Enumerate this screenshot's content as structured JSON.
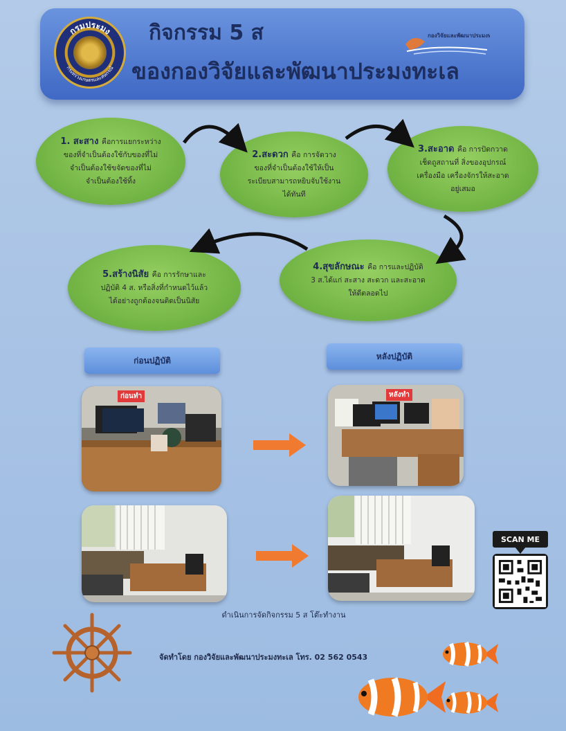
{
  "header": {
    "title_line1": "กิจกรรม 5 ส",
    "title_line2": "ของกองวิจัยและพัฒนาประมงทะเล",
    "seal_top_text": "กรมประมง",
    "seal_bottom_text": "กระทรวงเกษตรและสหกรณ์",
    "logo_text": "กองวิจัยและพัฒนาประมงทะเล"
  },
  "steps": [
    {
      "title": "1. สะสาง",
      "text_lines": [
        "คือการแยกระหว่าง",
        "ของที่จำเป็นต้องใช้กับของที่ไม่",
        "จำเป็นต้องใช้ขจัดของที่ไม่",
        "จำเป็นต้องใช้ทิ้ง"
      ]
    },
    {
      "title": "2.สะดวก",
      "text_lines": [
        "คือ การจัดวาง",
        "ของที่จำเป็นต้องใช้ให้เป็น",
        "ระเบียบสามารถหยิบจับใช้งาน",
        "ได้ทันที"
      ]
    },
    {
      "title": "3.สะอาด",
      "text_lines": [
        "คือ การปัดกวาด",
        "เช็ดถูสถานที่ สิ่งของอุปกรณ์",
        "เครื่องมือ เครื่องจักรให้สะอาด",
        "อยู่เสมอ"
      ]
    },
    {
      "title": "4.สุขลักษณะ",
      "text_lines": [
        "คือ การและปฏิบัติ",
        "3 ส.ได้แก่ สะสาง สะดวก และสะอาด",
        "ให้ดีตลอดไป"
      ]
    },
    {
      "title": "5.สร้างนิสัย",
      "text_lines": [
        "คือ การรักษาและ",
        "ปฏิบัติ 4 ส. หรือสิ่งที่กำหนดไว้แล้ว",
        "ได้อย่างถูกต้องจนติดเป็นนิสัย"
      ]
    }
  ],
  "labels": {
    "before": "ก่อนปฏิบัติ",
    "after": "หลังปฏิบัติ",
    "before_tag": "ก่อนทำ",
    "after_tag": "หลังทำ"
  },
  "caption": "ดำเนินการจัดกิจกรรม 5 ส โต๊ะทำงาน",
  "footer": {
    "credit": "จัดทำโดย กองวิจัยและพัฒนาประมงทะเล โทร. 02 562 0543",
    "scan_label": "SCAN ME"
  },
  "colors": {
    "oval_green": "#73b545",
    "header_blue": "#4a74cc",
    "arrow_orange": "#f07a30",
    "tag_red": "#e23a3a"
  }
}
